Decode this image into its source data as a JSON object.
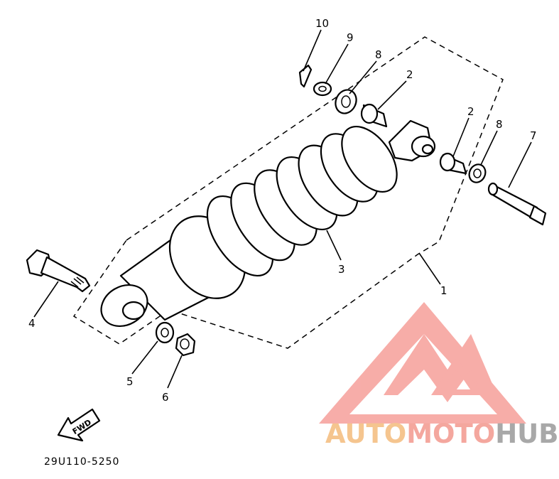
{
  "diagram": {
    "callouts": [
      {
        "id": "10",
        "label": "10"
      },
      {
        "id": "9",
        "label": "9"
      },
      {
        "id": "8a",
        "label": "8"
      },
      {
        "id": "2a",
        "label": "2"
      },
      {
        "id": "2b",
        "label": "2"
      },
      {
        "id": "8b",
        "label": "8"
      },
      {
        "id": "7",
        "label": "7"
      },
      {
        "id": "3",
        "label": "3"
      },
      {
        "id": "1",
        "label": "1"
      },
      {
        "id": "4",
        "label": "4"
      },
      {
        "id": "5",
        "label": "5"
      },
      {
        "id": "6",
        "label": "6"
      }
    ],
    "fwd_label": "FWD",
    "part_code": "29U110-5250"
  },
  "watermark": {
    "text_part1": "AUTO",
    "text_part2": "MOTO",
    "text_part3": "HUB",
    "colors": {
      "auto": "#f5c58f",
      "moto": "#f4a79e",
      "hub": "#a8a8a8",
      "logo": "#f7a9a4"
    }
  }
}
